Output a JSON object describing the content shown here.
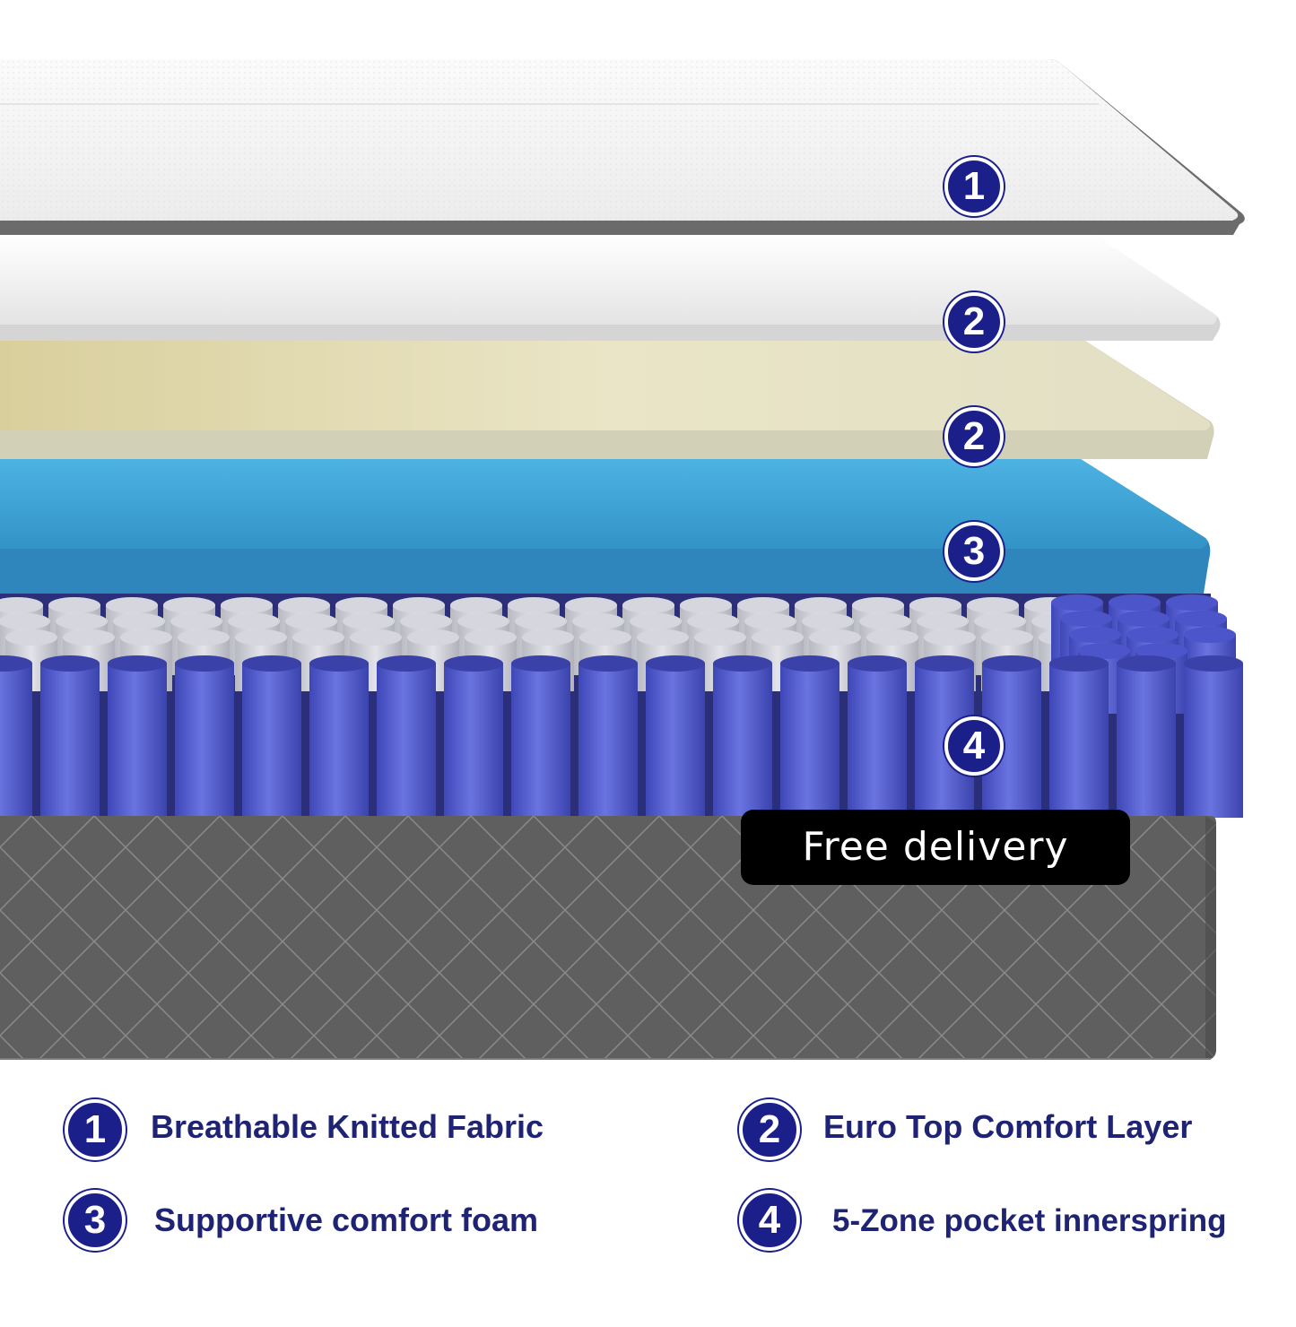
{
  "layer_badges": [
    "1",
    "2",
    "2",
    "3",
    "4"
  ],
  "delivery_label": "Free delivery",
  "legend": [
    {
      "number": "1",
      "label": "Breathable Knitted Fabric"
    },
    {
      "number": "2",
      "label": "Euro Top Comfort Layer"
    },
    {
      "number": "3",
      "label": "Supportive comfort foam"
    },
    {
      "number": "4",
      "label": "5-Zone pocket innerspring"
    }
  ],
  "colors": {
    "badge": "#1b1f8a",
    "legend_text": "#1f2373",
    "knit_fabric": "#f2f2f2",
    "comfort_layer": "#eeeeee",
    "euro_top": "#e6e2bf",
    "foam": "#3aa3d6",
    "springs": "#5560d6",
    "base": "#5e5e5e"
  }
}
